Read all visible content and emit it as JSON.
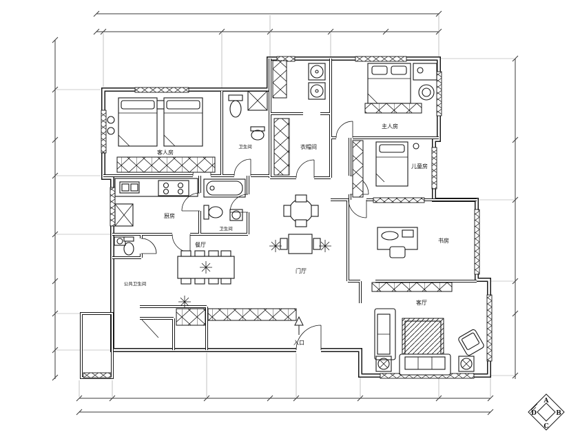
{
  "plan": {
    "rooms": {
      "guest": "客人房",
      "bath1": "卫生间",
      "wardrobe": "衣帽间",
      "master": "主人房",
      "kids": "儿童房",
      "study": "书房",
      "kitchen": "厨房",
      "bath2": "卫生间",
      "powder": "公共卫生间",
      "dining": "餐厅",
      "foyer": "门厅",
      "living": "客厅",
      "entrance": "入口"
    },
    "logo": {
      "letters": [
        "A",
        "B",
        "C",
        "D"
      ]
    },
    "colors": {
      "ink": "#161616",
      "background": "#ffffff"
    }
  }
}
